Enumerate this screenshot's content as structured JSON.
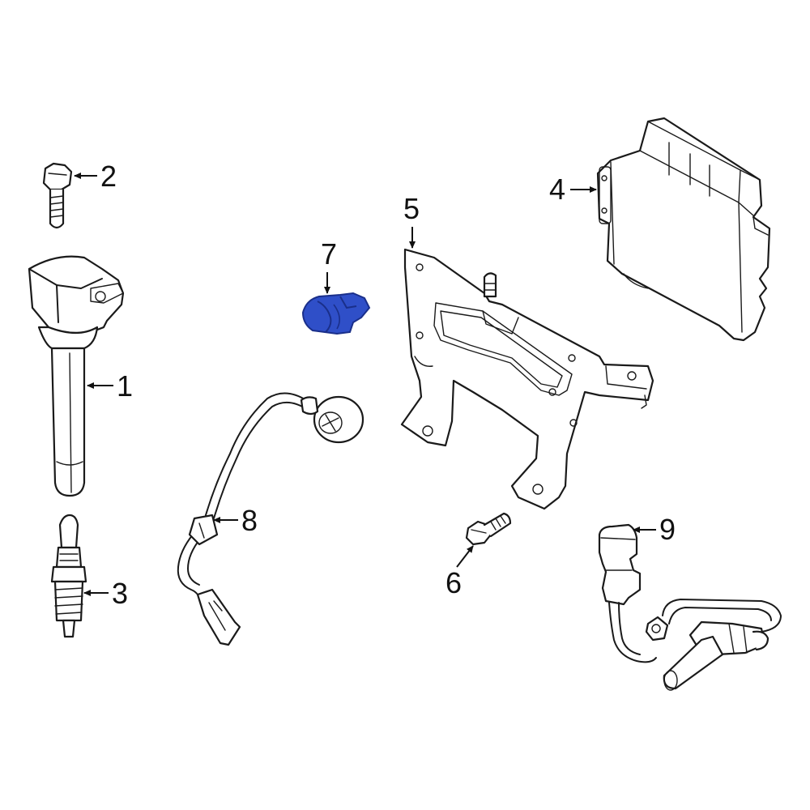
{
  "colors": {
    "outline": "#1a1a1a",
    "highlight": "#2f4fc8",
    "highlight_dark": "#1a2f8a",
    "background": "#ffffff"
  },
  "callouts": {
    "c1": "1",
    "c2": "2",
    "c3": "3",
    "c4": "4",
    "c5": "5",
    "c6": "6",
    "c7": "7",
    "c8": "8",
    "c9": "9"
  },
  "highlighted_part": "7"
}
